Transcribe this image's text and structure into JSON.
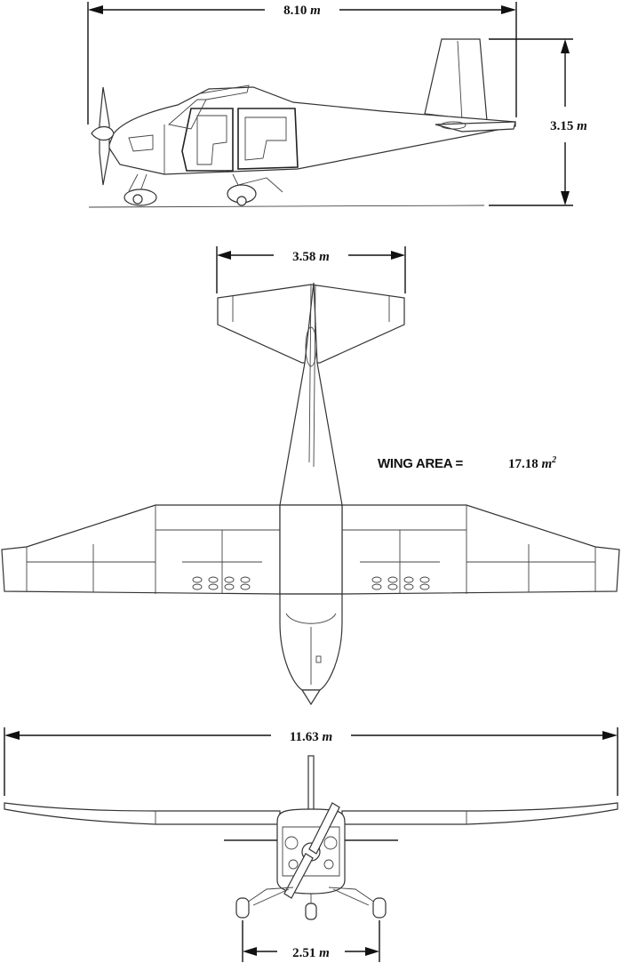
{
  "dimensions": {
    "length": {
      "value": "8.10",
      "unit": "m"
    },
    "height": {
      "value": "3.15",
      "unit": "m"
    },
    "stabilizer_span": {
      "value": "3.58",
      "unit": "m"
    },
    "wing_span": {
      "value": "11.63",
      "unit": "m"
    },
    "track": {
      "value": "2.51",
      "unit": "m"
    }
  },
  "wing_area": {
    "label": "WING AREA =",
    "value": "17.18",
    "unit": "m",
    "unit_exponent": "2"
  },
  "colors": {
    "line": "#333333",
    "background": "#ffffff",
    "text": "#111111"
  }
}
